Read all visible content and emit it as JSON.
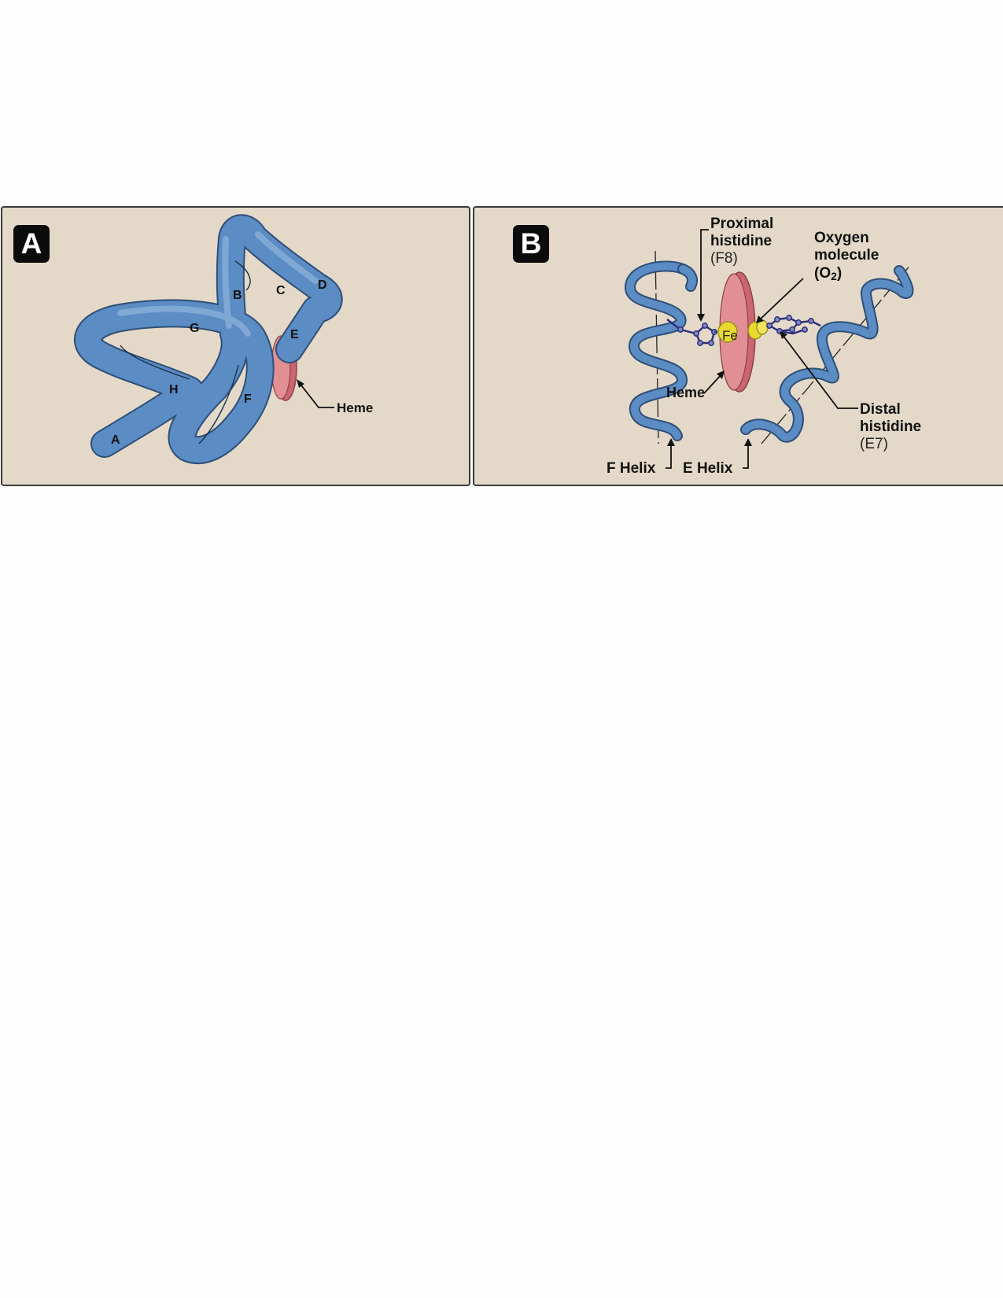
{
  "panel_a": {
    "badge": "A",
    "helix_labels": [
      "A",
      "B",
      "C",
      "D",
      "E",
      "F",
      "G",
      "H"
    ],
    "heme_label": "Heme"
  },
  "panel_b": {
    "badge": "B",
    "proximal": {
      "line1": "Proximal",
      "line2": "histidine",
      "line3": "(F8)"
    },
    "oxygen": {
      "line1": "Oxygen",
      "line2": "molecule",
      "line3": "(O",
      "sub": "2",
      "close": ")"
    },
    "distal": {
      "line1": "Distal",
      "line2": "histidine",
      "line3": "(E7)"
    },
    "heme_label": "Heme",
    "fe_label": "Fe",
    "f_helix_label": "F Helix",
    "e_helix_label": "E Helix"
  },
  "colors": {
    "panel_bg": "#e4d9c8",
    "helix_blue": "#5b8cc4",
    "helix_outline": "#2f4f78",
    "heme_red": "#d97a80",
    "oxygen_yellow": "#e8d830",
    "histidine_navy": "#2b2f7a"
  }
}
